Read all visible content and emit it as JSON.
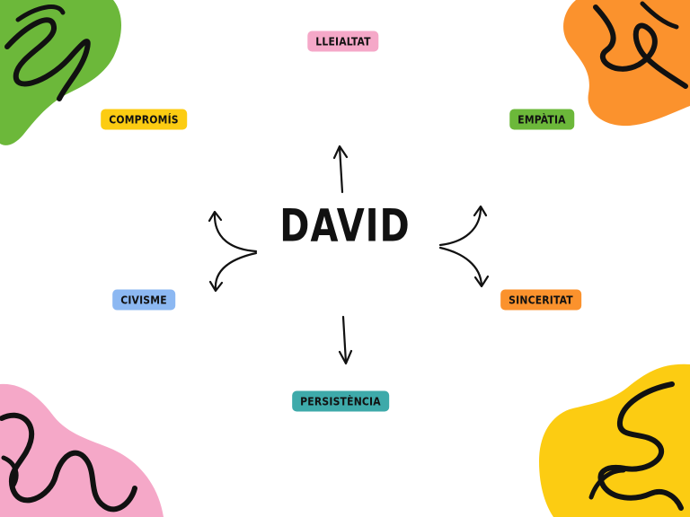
{
  "center": {
    "title": "DAVID"
  },
  "labels": {
    "lleialtat": "LLEIALTAT",
    "empatia": "EMPÀTIA",
    "sinceritat": "SINCERITAT",
    "persistencia": "PERSISTÈNCIA",
    "civisme": "CIVISME",
    "compromis": "COMPROMÍS"
  },
  "colors": {
    "pink": "#f5a8c8",
    "green": "#6cb83a",
    "orange": "#fb922d",
    "teal": "#3eaaaa",
    "blue": "#8cb8f2",
    "yellow": "#fccc12",
    "ink": "#111111"
  }
}
